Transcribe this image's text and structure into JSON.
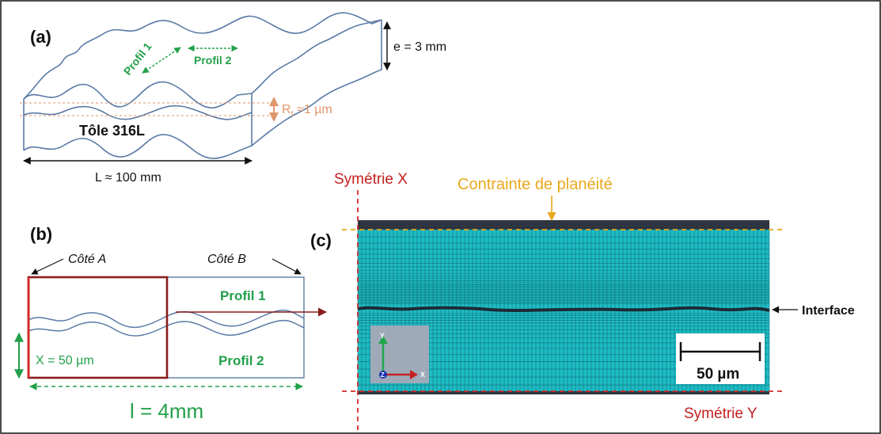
{
  "panel_a": {
    "label": "(a)",
    "thickness": "e = 3 mm",
    "profile1": "Profil 1",
    "profile2": "Profil 2",
    "roughness_main": "R",
    "roughness_sub": "t",
    "roughness_tail": " ≈1 µm",
    "sheet": "Tôle 316L",
    "length": "L ≈ 100 mm"
  },
  "panel_b": {
    "label": "(b)",
    "side_a": "Côté A",
    "side_b": "Côté B",
    "profile1": "Profil 1",
    "profile2": "Profil 2",
    "x_dim": "X = 50 µm",
    "width": "l = 4mm"
  },
  "panel_c": {
    "label": "(c)",
    "sym_x": "Symétrie X",
    "flatness": "Contrainte de planéité",
    "interface": "Interface",
    "scale": "50 µm",
    "sym_y": "Symétrie Y",
    "triad_y": "Y",
    "triad_x": "X",
    "triad_z": "Z"
  },
  "colors": {
    "wave": "#5a7aa6",
    "green": "#22a04a",
    "orange": "#e0956a",
    "red": "#d42a2a",
    "darkred": "#8b1c1c",
    "yellow": "#eaa81b",
    "mesh": "#1ebcc4",
    "text": "#111111"
  }
}
